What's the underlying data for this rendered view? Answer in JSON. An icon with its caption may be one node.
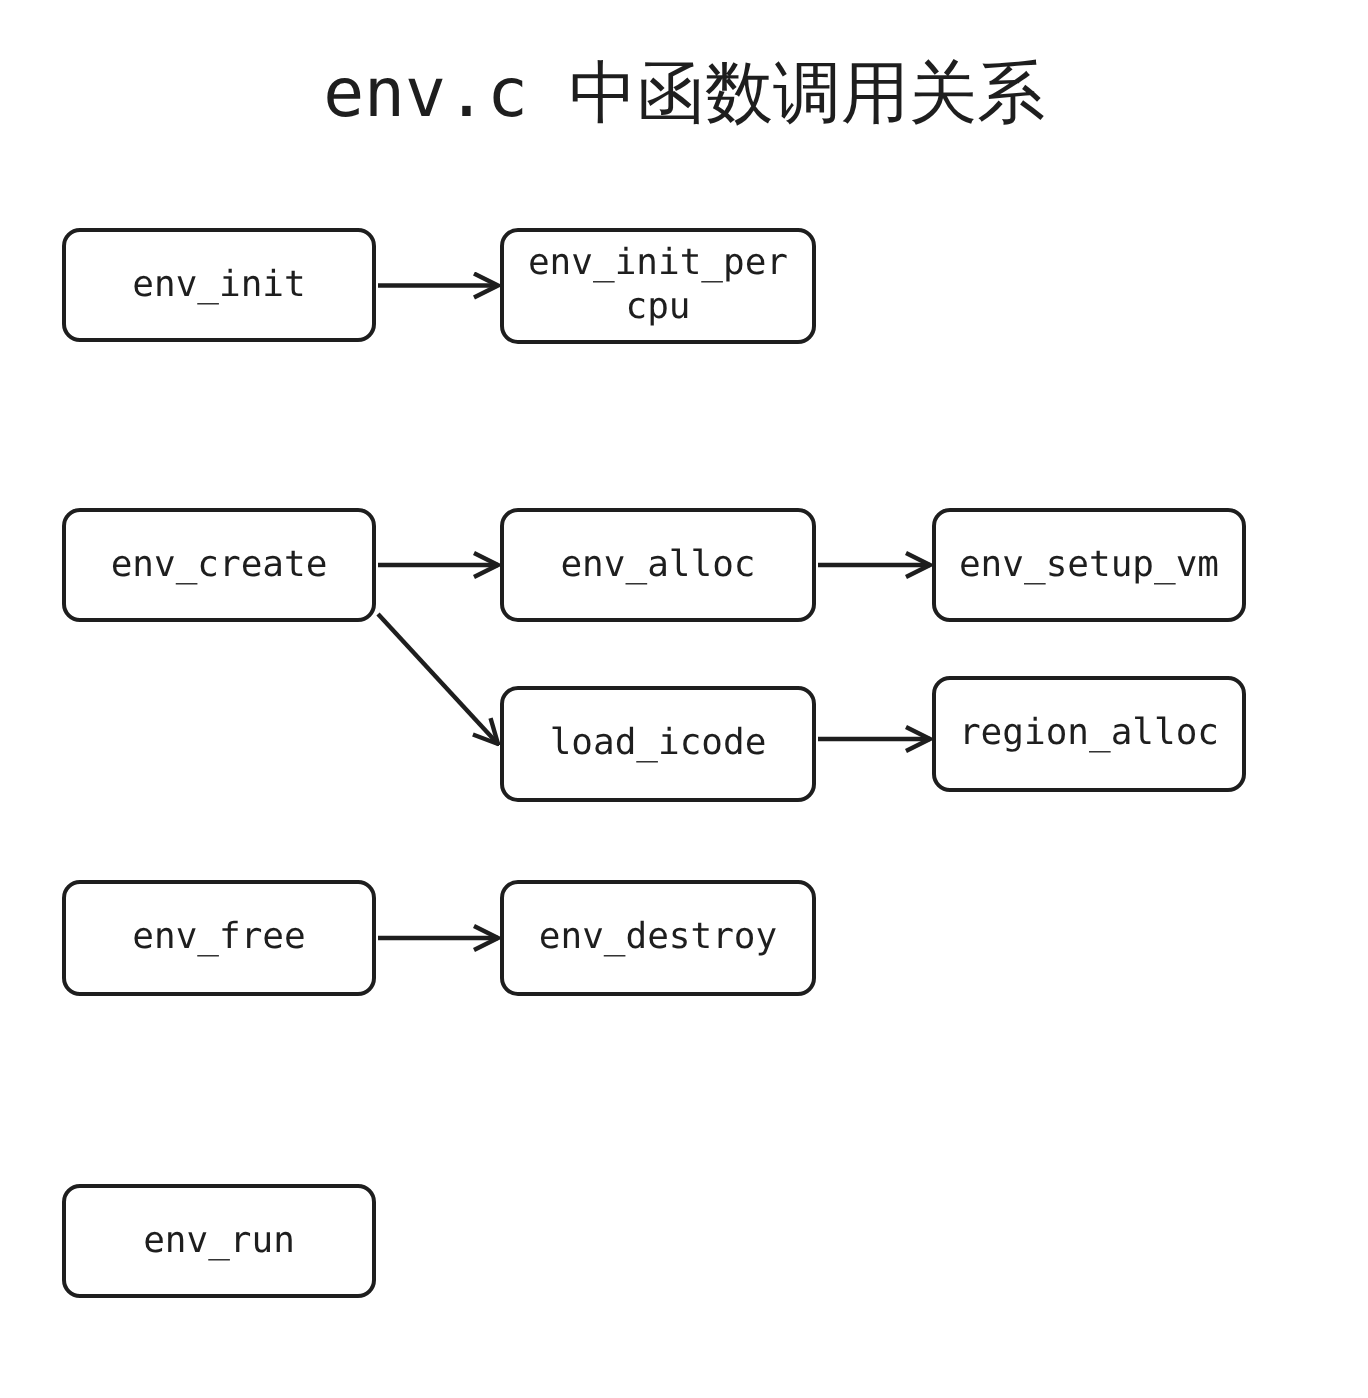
{
  "diagram": {
    "title": "env.c 中函数调用关系",
    "nodes": [
      {
        "text": [
          "env_init"
        ]
      },
      {
        "text": [
          "env_init_percpu"
        ]
      },
      {
        "text": [
          "env_create"
        ]
      },
      {
        "text": [
          "env_alloc"
        ]
      },
      {
        "text": [
          "env_setup_vm"
        ]
      },
      {
        "text": [
          "load_icode"
        ]
      },
      {
        "text": [
          "region_alloc"
        ]
      },
      {
        "text": [
          "env_free"
        ]
      },
      {
        "text": [
          "env_destroy"
        ]
      },
      {
        "text": [
          "env_run"
        ]
      }
    ],
    "edges": [
      {
        "from": 0,
        "to": 1,
        "arrow": "to"
      },
      {
        "from": 2,
        "to": 3,
        "arrow": "to"
      },
      {
        "from": 3,
        "to": 4,
        "arrow": "to"
      },
      {
        "from": 2,
        "to": 5,
        "arrow": "to"
      },
      {
        "from": 5,
        "to": 6,
        "arrow": "to"
      },
      {
        "from": 7,
        "to": 8,
        "arrow": "to"
      }
    ]
  }
}
